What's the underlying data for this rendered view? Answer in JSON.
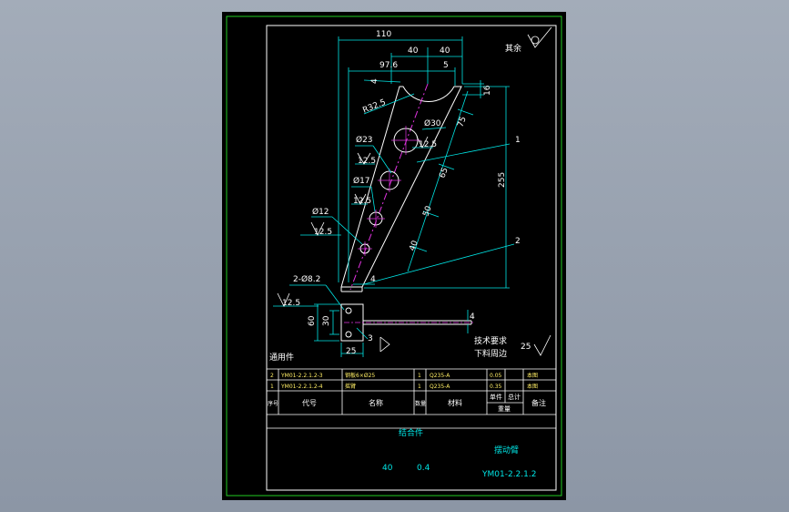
{
  "drawing": {
    "technical_requirements": "技术要求",
    "requirement_text": "下料周边",
    "roughness_other_label": "其余",
    "general_part_label": "通用件",
    "callouts": [
      "1",
      "2",
      "3"
    ]
  },
  "dimensions": {
    "d110": "110",
    "d40a": "40",
    "d40b": "40",
    "d97": "97.6",
    "d5": "5",
    "d16": "16",
    "r32": "R32.5",
    "dia30": "Ø30",
    "dia23": "Ø23",
    "dia17": "Ø17",
    "dia12": "Ø12",
    "holes2": "2-Ø8.2",
    "d75": "75",
    "d65": "65",
    "d50": "50",
    "d40c": "40",
    "d255": "255",
    "d4a": "4",
    "d4b": "4",
    "d4c": "4",
    "d60": "60",
    "d30": "30",
    "d25": "25"
  },
  "roughness": {
    "r1": "12.5",
    "r2": "12.5",
    "r3": "12.5",
    "r4": "12.5",
    "r5": "12.5",
    "r6": "25"
  },
  "bom": {
    "rows": [
      {
        "no": "2",
        "code": "YM01-2.2.1.2-3",
        "name": "钢板6×Ø25",
        "qty": "1",
        "material": "Q235-A",
        "single": "0.05",
        "remark": "本图"
      },
      {
        "no": "1",
        "code": "YM01-2.2.1.2-4",
        "name": "摇臂",
        "qty": "1",
        "material": "Q235-A",
        "single": "0.35",
        "remark": "本图"
      }
    ],
    "header": {
      "no": "序号",
      "code": "代号",
      "name": "名称",
      "qty": "数量",
      "material": "材料",
      "single": "单件",
      "total": "总计",
      "weight": "重量",
      "remark": "备注"
    }
  },
  "title_block": {
    "assembly": "结合件",
    "part_name": "摆动臂",
    "quantity": "40",
    "weight": "0.4",
    "drawing_no": "YM01-2.2.1.2"
  },
  "colors": {
    "background": "#000000",
    "frame": "#ffffff",
    "border": "#22cc22",
    "dimension": "#00e5e5",
    "centerline": "#e033e0",
    "text": "#ffffff",
    "bom_text": "#ffee66"
  }
}
